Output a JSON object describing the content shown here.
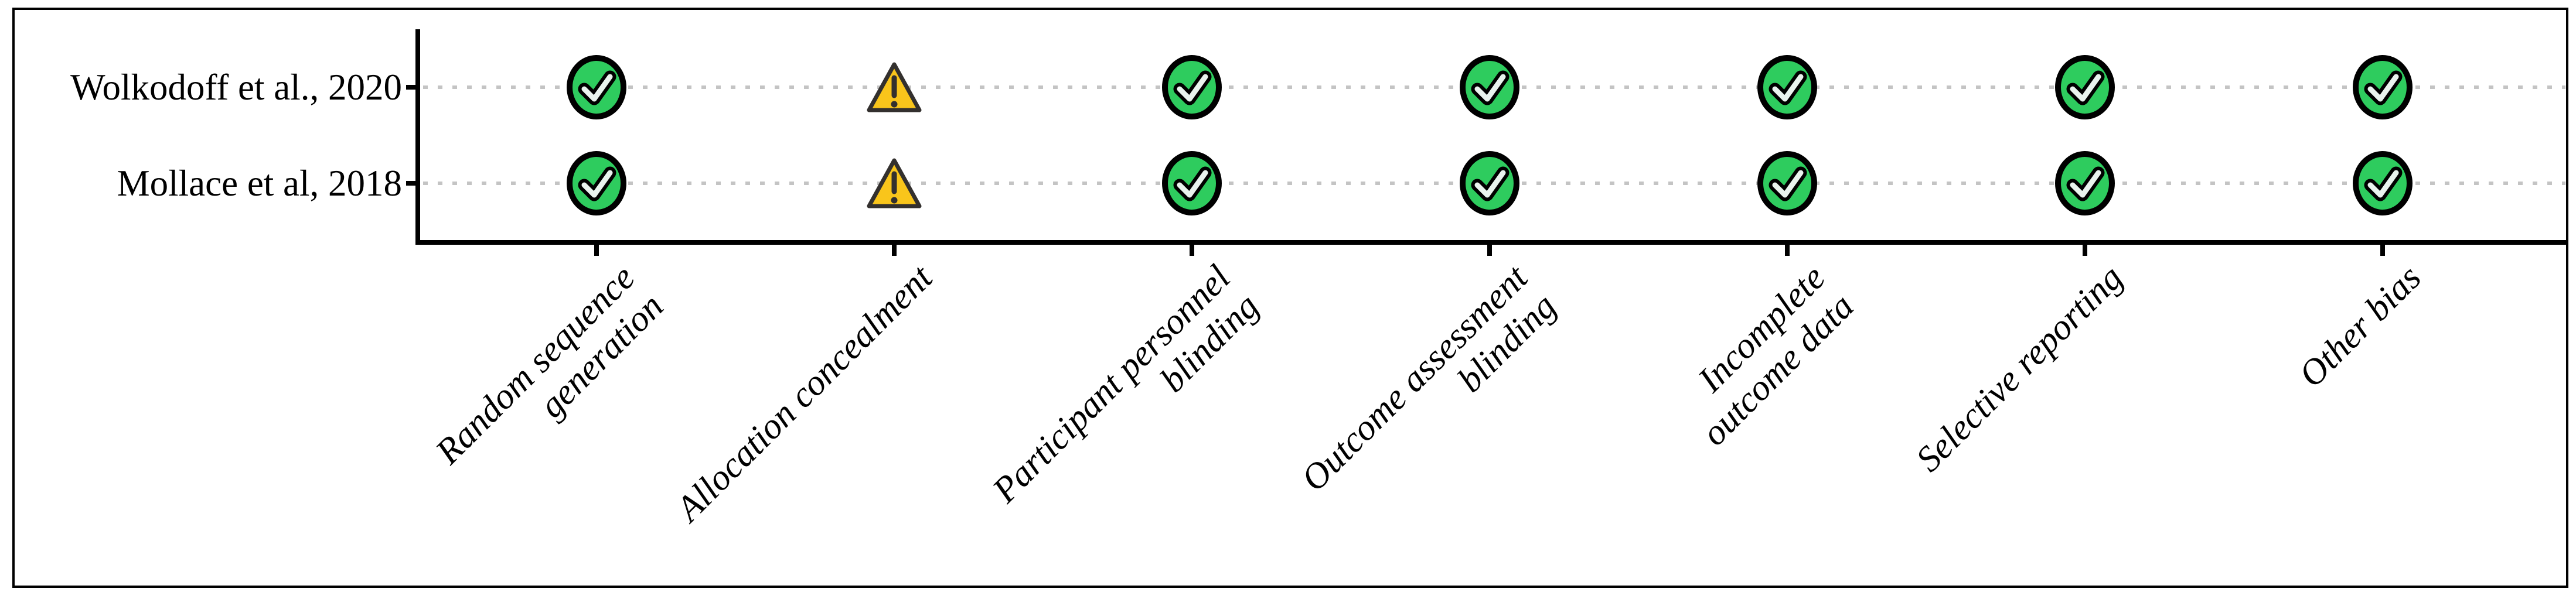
{
  "figure": {
    "description": "Risk of bias traffic-light plot for included studies",
    "background": "#ffffff",
    "frame_color": "#000000",
    "axis_color": "#000000",
    "gridline_color": "#c4c4c4"
  },
  "chart_data": {
    "type": "heatmap",
    "rows": [
      "Wolkodoff et al., 2020",
      "Mollace et al, 2018"
    ],
    "columns": [
      {
        "label": "Random sequence\ngeneration"
      },
      {
        "label": "Allocation concealment"
      },
      {
        "label": "Participant personnel\nblinding"
      },
      {
        "label": "Outcome assessment\nblinding"
      },
      {
        "label": "Incomplete\noutcome data"
      },
      {
        "label": "Selective reporting"
      },
      {
        "label": "Other bias"
      }
    ],
    "judgments": [
      [
        "low",
        "unclear",
        "low",
        "low",
        "low",
        "low",
        "low"
      ],
      [
        "low",
        "unclear",
        "low",
        "low",
        "low",
        "low",
        "low"
      ]
    ],
    "symbols": {
      "low": {
        "icon": "check-circle-icon",
        "meaning": "low risk",
        "fill": "#2ECC5E",
        "mark": "#E9F3EE",
        "outline": "#000000"
      },
      "unclear": {
        "icon": "warning-triangle-icon",
        "meaning": "unclear risk",
        "fill": "#F9C51B",
        "mark": "#33302E",
        "outline": "#33302E"
      }
    },
    "legend_position": "none",
    "grid": "dotted horizontal row guides"
  }
}
